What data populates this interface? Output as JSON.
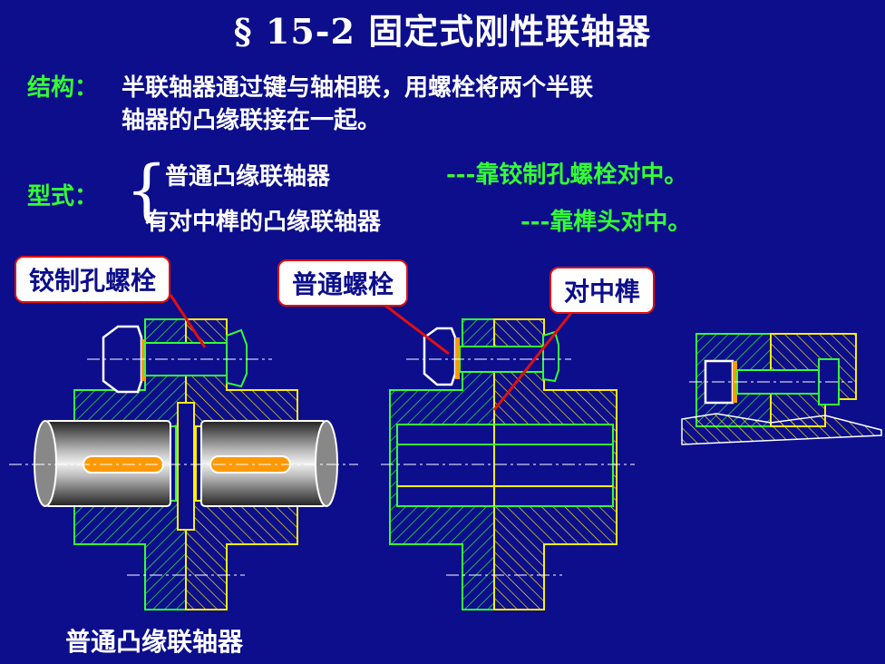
{
  "title": "§ 15-2 固定式刚性联轴器",
  "structure": {
    "label": "结构：",
    "line1": "半联轴器通过键与轴相联，用螺栓将两个半联",
    "line2": "轴器的凸缘联接在一起。"
  },
  "types": {
    "label": "型式：",
    "type1": "普通凸缘联轴器",
    "type1_desc": "---靠铰制孔螺栓对中。",
    "type2": "有对中榫的凸缘联轴器",
    "type2_desc": "---靠榫头对中。"
  },
  "callouts": {
    "reamed_bolt": "铰制孔螺栓",
    "common_bolt": "普通螺栓",
    "spigot": "对中榫"
  },
  "caption": "普通凸缘联轴器",
  "colors": {
    "background": "#0c0e8c",
    "accent_green": "#33ff33",
    "yellow": "#ffee00",
    "callout_border": "#e01010"
  }
}
